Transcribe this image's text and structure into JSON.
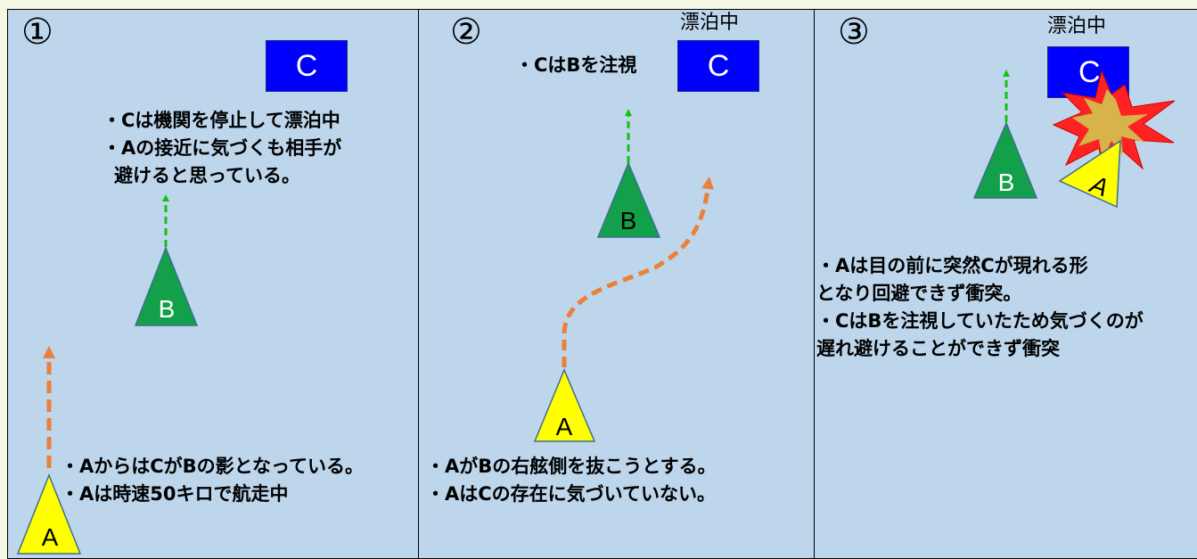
{
  "colors": {
    "panel_bg": "#bdd6ec",
    "ship_a": "#ffff00",
    "ship_b": "#13a04a",
    "ship_c": "#0000ff",
    "arrow_green": "#11c211",
    "arrow_orange": "#e9803c",
    "collision": "#ff2222"
  },
  "icons": [
    "ship-a-triangle",
    "ship-b-triangle",
    "ship-c-box",
    "dashed-arrow",
    "collision-burst"
  ],
  "panels": [
    {
      "number": "①",
      "ship_a_label": "A",
      "ship_b_label": "B",
      "ship_c_label": "C",
      "note_c": [
        "・Cは機関を停止して漂泊中",
        "・Aの接近に気づくも相手が",
        "避けると思っている。"
      ],
      "note_a": [
        "・AからはCがBの影となっている。",
        "・Aは時速50キロで航走中"
      ]
    },
    {
      "number": "②",
      "status": "漂泊中",
      "ship_a_label": "A",
      "ship_b_label": "B",
      "ship_c_label": "C",
      "note_c": "・CはBを注視",
      "note_a": [
        "・AがBの右舷側を抜こうとする。",
        "・AはCの存在に気づいていない。"
      ]
    },
    {
      "number": "③",
      "status": "漂泊中",
      "ship_a_label": "A",
      "ship_b_label": "B",
      "ship_c_label": "C",
      "note": [
        "・Aは目の前に突然Cが現れる形",
        "となり回避できず衝突。",
        "・CはBを注視していたため気づくのが",
        "遅れ避けることができず衝突"
      ]
    }
  ]
}
